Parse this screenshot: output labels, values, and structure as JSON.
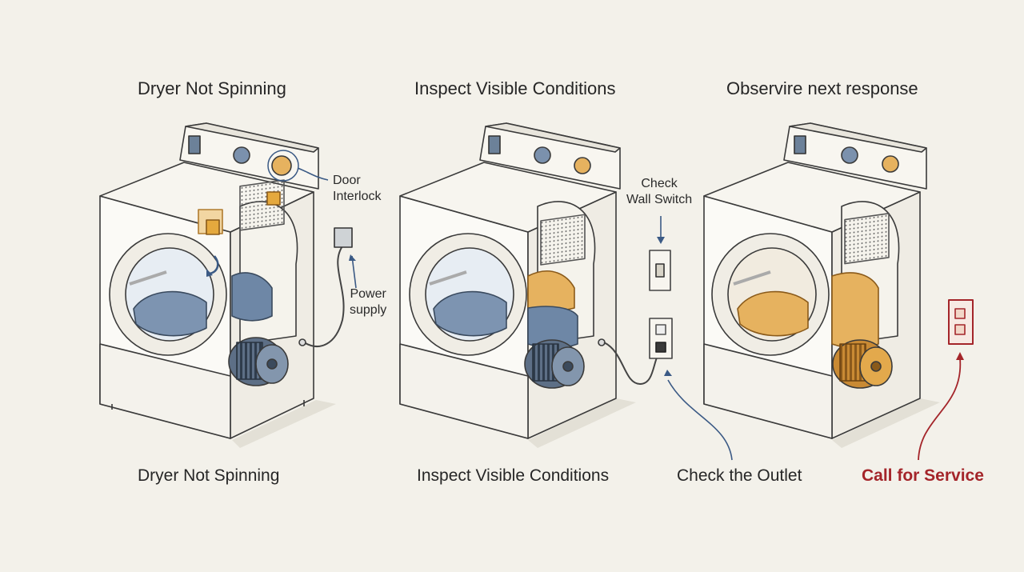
{
  "panels": [
    {
      "title": "Dryer Not Spinning",
      "caption": "Dryer Not Spinning"
    },
    {
      "title": "Inspect Visible Conditions",
      "caption": "Inspect Visible Conditions"
    },
    {
      "title": "Observire next response",
      "caption": "Check the Outlet"
    }
  ],
  "callouts": {
    "door_interlock": [
      "Door",
      "Interlock"
    ],
    "power_supply": [
      "Power",
      "supply"
    ],
    "wall_switch": [
      "Check",
      "Wall Switch"
    ]
  },
  "final_step": "Call for Service",
  "colors": {
    "background": "#f3f1ea",
    "line": "#3a3a3a",
    "blue_accent": "#6e87a6",
    "orange_accent": "#e7b35f",
    "service_red": "#a4252a"
  }
}
